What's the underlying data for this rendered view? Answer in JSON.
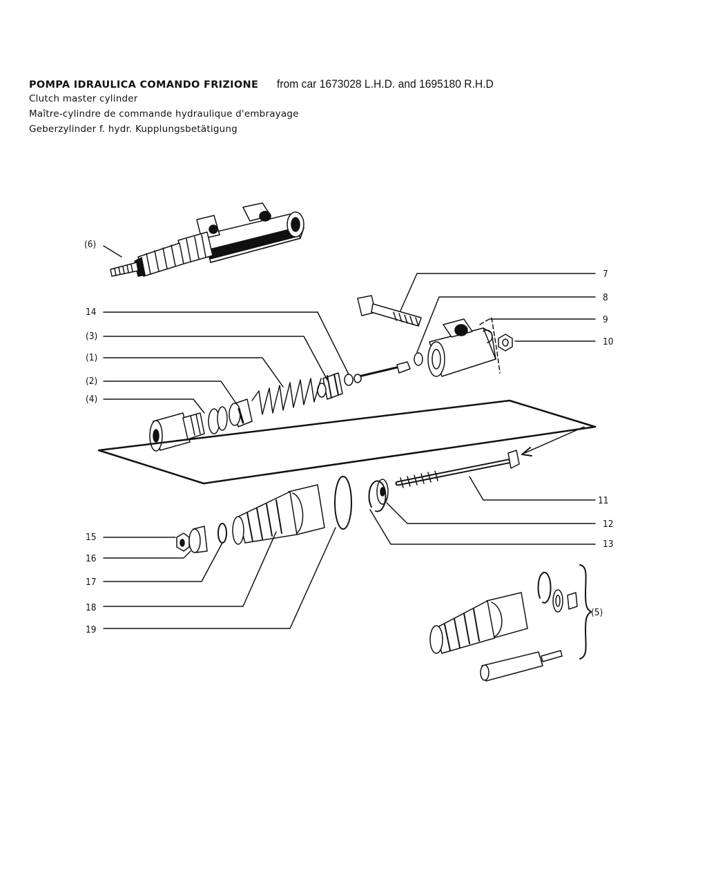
{
  "header": {
    "title_it": "POMPA IDRAULICA COMANDO FRIZIONE",
    "from_car": "from car 1673028 L.H.D. and 1695180 R.H.D",
    "title_en": "Clutch master cylinder",
    "title_fr": "Maître-cylindre de commande hydraulique d'embrayage",
    "title_de": "Geberzylinder f. hydr. Kupplungsbetätigung"
  },
  "callouts": {
    "c1": "(1)",
    "c2": "(2)",
    "c3": "(3)",
    "c4": "(4)",
    "c5": "(5)",
    "c6": "(6)",
    "c7": "7",
    "c8": "8",
    "c9": "9",
    "c10": "10",
    "c11": "11",
    "c12": "12",
    "c13": "13",
    "c14": "14",
    "c15": "15",
    "c16": "16",
    "c17": "17",
    "c18": "18",
    "c19": "19"
  }
}
